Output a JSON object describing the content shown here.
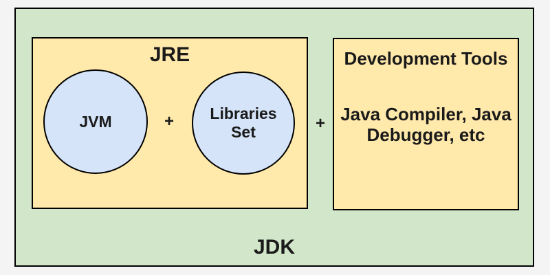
{
  "colors": {
    "page_bg": "#f4f4f5",
    "jdk_fill": "#d2e6c9",
    "box_fill": "#ffe9ab",
    "circle_fill": "#d5e4f8",
    "stroke": "#000000",
    "text": "#1a1a1a"
  },
  "diagram": {
    "jdk_label": "JDK",
    "jre": {
      "title": "JRE",
      "jvm_label": "JVM",
      "plus": "+",
      "libraries_label": "Libraries Set"
    },
    "outer_plus": "+",
    "devtools": {
      "title": "Development Tools",
      "body_lines": [
        "Java Compiler, Java",
        "Debugger, etc"
      ]
    }
  }
}
